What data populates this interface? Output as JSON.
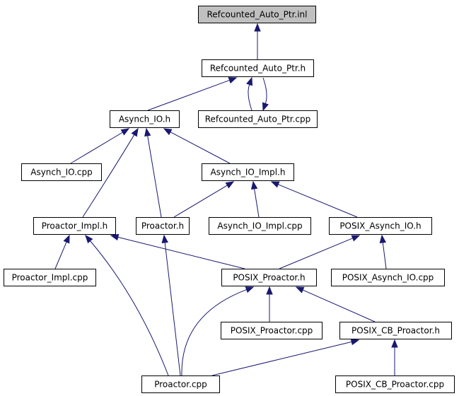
{
  "graph": {
    "colors": {
      "edge": "#191970",
      "root_fill": "#c0c0c0",
      "node_fill": "#ffffff",
      "border": "#000000"
    },
    "nodes": [
      {
        "id": "refcounted_inl",
        "label": "Refcounted_Auto_Ptr.inl",
        "root": true
      },
      {
        "id": "refcounted_h",
        "label": "Refcounted_Auto_Ptr.h"
      },
      {
        "id": "asynch_io_h",
        "label": "Asynch_IO.h"
      },
      {
        "id": "refcounted_cpp",
        "label": "Refcounted_Auto_Ptr.cpp"
      },
      {
        "id": "asynch_io_cpp",
        "label": "Asynch_IO.cpp"
      },
      {
        "id": "asynch_io_impl_h",
        "label": "Asynch_IO_Impl.h"
      },
      {
        "id": "proactor_impl_h",
        "label": "Proactor_Impl.h"
      },
      {
        "id": "proactor_h",
        "label": "Proactor.h"
      },
      {
        "id": "asynch_io_impl_cpp",
        "label": "Asynch_IO_Impl.cpp"
      },
      {
        "id": "posix_asynch_io_h",
        "label": "POSIX_Asynch_IO.h"
      },
      {
        "id": "proactor_impl_cpp",
        "label": "Proactor_Impl.cpp"
      },
      {
        "id": "posix_proactor_h",
        "label": "POSIX_Proactor.h"
      },
      {
        "id": "posix_asynch_io_cpp",
        "label": "POSIX_Asynch_IO.cpp"
      },
      {
        "id": "posix_proactor_cpp",
        "label": "POSIX_Proactor.cpp"
      },
      {
        "id": "posix_cb_proactor_h",
        "label": "POSIX_CB_Proactor.h"
      },
      {
        "id": "proactor_cpp",
        "label": "Proactor.cpp"
      },
      {
        "id": "posix_cb_proactor_cpp",
        "label": "POSIX_CB_Proactor.cpp"
      }
    ],
    "edges": [
      {
        "from": "refcounted_h",
        "to": "refcounted_inl"
      },
      {
        "from": "asynch_io_h",
        "to": "refcounted_h"
      },
      {
        "from": "refcounted_cpp",
        "to": "refcounted_h"
      },
      {
        "from": "refcounted_h",
        "to": "refcounted_cpp"
      },
      {
        "from": "asynch_io_cpp",
        "to": "asynch_io_h"
      },
      {
        "from": "asynch_io_impl_h",
        "to": "asynch_io_h"
      },
      {
        "from": "proactor_impl_h",
        "to": "asynch_io_h"
      },
      {
        "from": "proactor_h",
        "to": "asynch_io_h"
      },
      {
        "from": "proactor_h",
        "to": "asynch_io_impl_h"
      },
      {
        "from": "asynch_io_impl_cpp",
        "to": "asynch_io_impl_h"
      },
      {
        "from": "posix_asynch_io_h",
        "to": "asynch_io_impl_h"
      },
      {
        "from": "proactor_impl_cpp",
        "to": "proactor_impl_h"
      },
      {
        "from": "posix_proactor_h",
        "to": "proactor_impl_h"
      },
      {
        "from": "proactor_cpp",
        "to": "proactor_impl_h"
      },
      {
        "from": "proactor_cpp",
        "to": "proactor_h"
      },
      {
        "from": "posix_proactor_h",
        "to": "posix_asynch_io_h"
      },
      {
        "from": "posix_asynch_io_cpp",
        "to": "posix_asynch_io_h"
      },
      {
        "from": "posix_proactor_cpp",
        "to": "posix_proactor_h"
      },
      {
        "from": "posix_cb_proactor_h",
        "to": "posix_proactor_h"
      },
      {
        "from": "proactor_cpp",
        "to": "posix_proactor_h"
      },
      {
        "from": "proactor_cpp",
        "to": "posix_cb_proactor_h"
      },
      {
        "from": "posix_cb_proactor_cpp",
        "to": "posix_cb_proactor_h"
      }
    ]
  }
}
